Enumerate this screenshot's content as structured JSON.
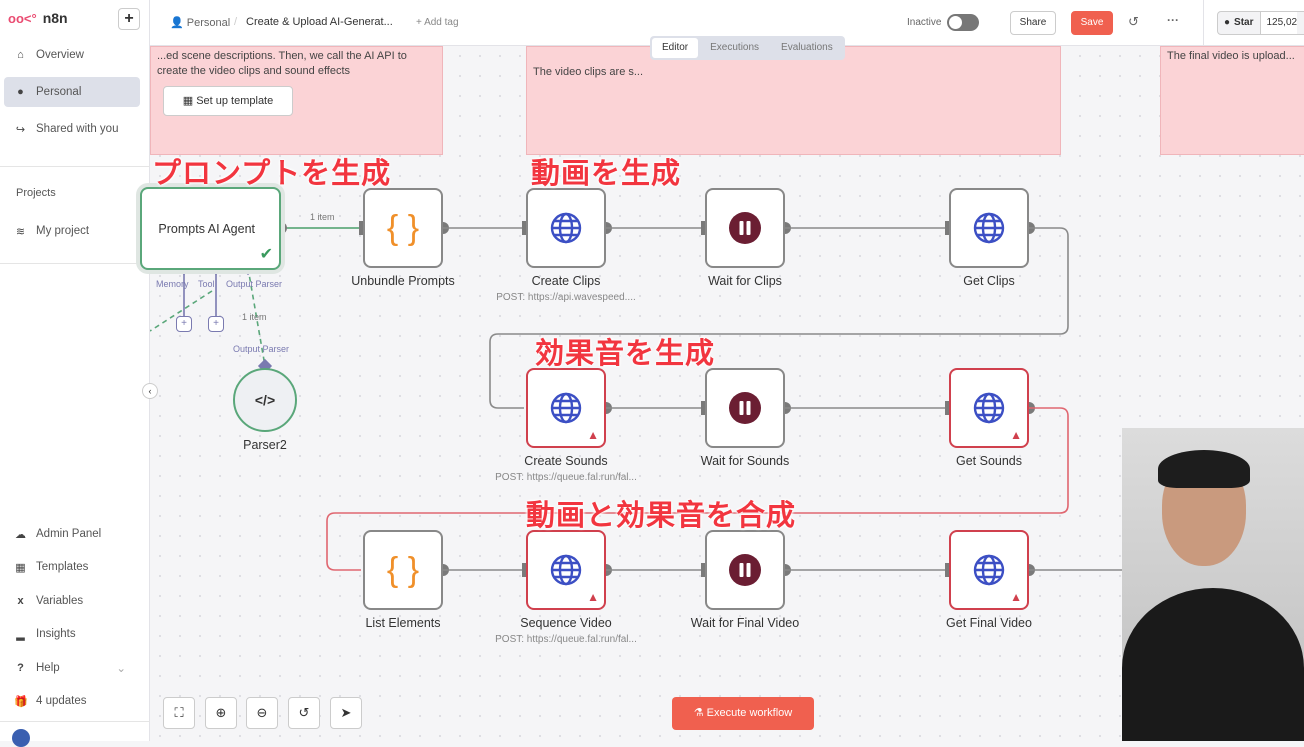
{
  "app": {
    "name": "n8n",
    "logo_icon": "n8n-logo"
  },
  "sidebar": {
    "items": [
      {
        "label": "Overview",
        "icon": "home-icon"
      },
      {
        "label": "Personal",
        "icon": "user-icon"
      },
      {
        "label": "Shared with you",
        "icon": "share-icon"
      }
    ],
    "projects_heading": "Projects",
    "projects": [
      {
        "label": "My project",
        "icon": "layers-icon"
      }
    ],
    "bottom": [
      {
        "label": "Admin Panel",
        "icon": "cloud-icon"
      },
      {
        "label": "Templates",
        "icon": "templates-icon"
      },
      {
        "label": "Variables",
        "icon": "variables-icon"
      },
      {
        "label": "Insights",
        "icon": "chart-icon"
      },
      {
        "label": "Help",
        "icon": "help-icon"
      },
      {
        "label": "4 updates",
        "icon": "gift-icon"
      }
    ]
  },
  "header": {
    "breadcrumb_project": "Personal",
    "workflow_title": "Create & Upload AI-Generat...",
    "add_tag": "+ Add tag",
    "status": "Inactive",
    "active": false,
    "share": "Share",
    "save": "Save",
    "star": "Star",
    "star_count": "125,02",
    "accent": "#f0604f"
  },
  "tabs": [
    {
      "label": "Editor",
      "active": true
    },
    {
      "label": "Executions"
    },
    {
      "label": "Evaluations"
    }
  ],
  "stickies": [
    {
      "text": "...ed scene descriptions. Then, we call the AI API to create the video clips and sound effects"
    },
    {
      "text": "The video clips are s..."
    },
    {
      "text": "The final video is upload..."
    }
  ],
  "setup_template": "Set up template",
  "annotations": [
    "プロンプトを生成",
    "動画を生成",
    "効果音を生成",
    "動画と効果音を合成"
  ],
  "agent": {
    "label": "Prompts AI Agent",
    "ports": [
      "Memory",
      "Tool",
      "Output Parser"
    ],
    "item_label": "1 item",
    "parser_item_label": "1 item",
    "parser_port": "Output Parser",
    "parser_label": "Parser2"
  },
  "nodes": [
    {
      "label": "Unbundle Prompts",
      "icon": "code-braces-icon"
    },
    {
      "label": "Create Clips",
      "icon": "globe-icon",
      "sub": "POST: https://api.wavespeed...."
    },
    {
      "label": "Wait for Clips",
      "icon": "pause-icon"
    },
    {
      "label": "Get Clips",
      "icon": "globe-icon"
    },
    {
      "label": "Create Sounds",
      "icon": "globe-icon",
      "sub": "POST: https://queue.fal.run/fal...",
      "warning": true
    },
    {
      "label": "Wait for Sounds",
      "icon": "pause-icon"
    },
    {
      "label": "Get Sounds",
      "icon": "globe-icon",
      "warning": true
    },
    {
      "label": "List Elements",
      "icon": "code-braces-icon"
    },
    {
      "label": "Sequence Video",
      "icon": "globe-icon",
      "sub": "POST: https://queue.fal.run/fal...",
      "warning": true
    },
    {
      "label": "Wait for Final Video",
      "icon": "pause-icon"
    },
    {
      "label": "Get Final Video",
      "icon": "globe-icon",
      "warning": true
    }
  ],
  "execute": "Execute workflow",
  "controls": [
    "fit-view-icon",
    "zoom-in-icon",
    "zoom-out-icon",
    "reset-icon",
    "tidy-up-icon"
  ]
}
